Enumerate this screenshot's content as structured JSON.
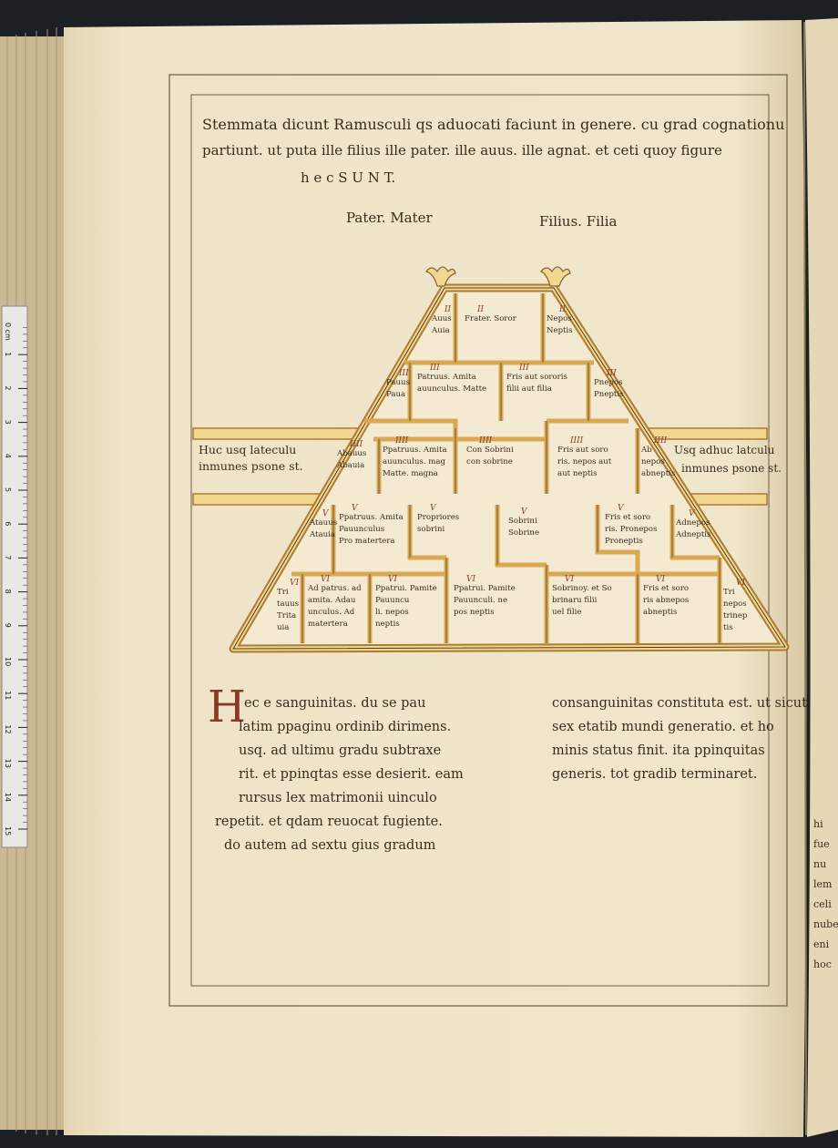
{
  "header": {
    "lines": [
      "Stemmata dicunt Ramusculi qs aduocati faciunt in genere. cu grad cognationu",
      "partiunt. ut puta ille filius ille pater. ille auus. ille agnat. et ceti quoy figure",
      "h    e    c    S    U    N    T."
    ],
    "pater_mater": "Pater. Mater",
    "filius_filia": "Filius. Filia"
  },
  "diagram": {
    "row1": [
      {
        "num": "II",
        "text": [
          "Auus",
          "Auia"
        ]
      },
      {
        "num": "II",
        "text": [
          "Frater. Soror"
        ]
      },
      {
        "num": "II",
        "text": [
          "Nepos",
          "Neptis"
        ]
      }
    ],
    "row2": [
      {
        "num": "III",
        "text": [
          "Pauus",
          "Paua"
        ]
      },
      {
        "num": "III",
        "text": [
          "Patruus. Amita",
          "auunculus. Matte"
        ]
      },
      {
        "num": "III",
        "text": [
          "Fris aut sororis",
          "filii aut filia"
        ]
      },
      {
        "num": "III",
        "text": [
          "Pnepos",
          "Pneptis"
        ]
      }
    ],
    "row3": [
      {
        "num": "IIII",
        "text": [
          "Abauus",
          "Abauia"
        ]
      },
      {
        "num": "IIII",
        "text": [
          "Ppatruus. Amita",
          "auunculus. mag",
          "Matte. magna"
        ]
      },
      {
        "num": "IIII",
        "text": [
          "Con Sobrini",
          "con sobrine"
        ]
      },
      {
        "num": "IIII",
        "text": [
          "Fris aut soro",
          "ris. nepos aut",
          "aut neptis"
        ]
      },
      {
        "num": "IIII",
        "text": [
          "Ab",
          "nepos",
          "abneptis"
        ]
      }
    ],
    "row4": [
      {
        "num": "V",
        "text": [
          "Atauus",
          "Atauia"
        ]
      },
      {
        "num": "V",
        "text": [
          "Ppatruus. Amita",
          "Pauunculus",
          "Pro matertera"
        ]
      },
      {
        "num": "V",
        "text": [
          "Propriores",
          "sobrini"
        ]
      },
      {
        "num": "V",
        "text": [
          "Sobrini",
          "Sobrine"
        ]
      },
      {
        "num": "V",
        "text": [
          "Fris et soro",
          "ris. Pronepos",
          "Proneptis"
        ]
      },
      {
        "num": "V",
        "text": [
          "Adnepos",
          "Adneptis"
        ]
      }
    ],
    "row5": [
      {
        "num": "VI",
        "text": [
          "Tri",
          "tauus",
          "Trita",
          "uia"
        ]
      },
      {
        "num": "VI",
        "text": [
          "Ad patrus. ad",
          "amita. Adau",
          "unculus. Ad",
          "matertera"
        ]
      },
      {
        "num": "VI",
        "text": [
          "Ppatrui. Pamite",
          "Pauuncu",
          "li. nepos",
          "neptis"
        ]
      },
      {
        "num": "VI",
        "text": [
          "Ppatrui. Pamite",
          "Pauunculi. ne",
          "pos neptis"
        ]
      },
      {
        "num": "VI",
        "text": [
          "Sobrinoy. et So",
          "brinaru filii",
          "uel filie"
        ]
      },
      {
        "num": "VI",
        "text": [
          "Fris et soro",
          "ris abnepos",
          "abneptis"
        ]
      },
      {
        "num": "VI",
        "text": [
          "Tri",
          "nepos",
          "trinep",
          "tis"
        ]
      }
    ],
    "left_band": [
      "Huc usq lateculu",
      "inmunes psone st."
    ],
    "right_band": [
      "Usq adhuc latculu",
      "inmunes psone st."
    ]
  },
  "body_text": {
    "initial": "H",
    "left_col": [
      "ec e sanguinitas. du se pau",
      "latim ppaginu ordinib dirimens.",
      "usq. ad ultimu gradu subtraxe",
      "rit. et ppinqtas esse desierit. eam",
      "rursus lex matrimonii uinculo",
      "repetit. et qdam reuocat fugiente.",
      "do autem ad sextu gius gradum"
    ],
    "right_col": [
      "consanguinitas constituta est. ut sicut",
      "sex etatib mundi generatio. et ho",
      "minis status finit. ita ppinquitas",
      "generis. tot gradib terminaret."
    ]
  },
  "ruler": {
    "unit": "0 cm",
    "ticks": [
      "1",
      "2",
      "3",
      "4",
      "5",
      "6",
      "7",
      "8",
      "9",
      "10",
      "11",
      "12",
      "13",
      "14",
      "15"
    ]
  },
  "right_page_fragments": [
    "hi",
    "fue",
    "nu",
    "lem",
    "celi",
    "nube",
    "eni",
    "hoc"
  ],
  "colors": {
    "parchment": "#efe4c8",
    "ink": "#3a2a1e",
    "rubric": "#8a3a22",
    "band_fill": "#f1d890",
    "band_stroke": "#b07a30"
  }
}
